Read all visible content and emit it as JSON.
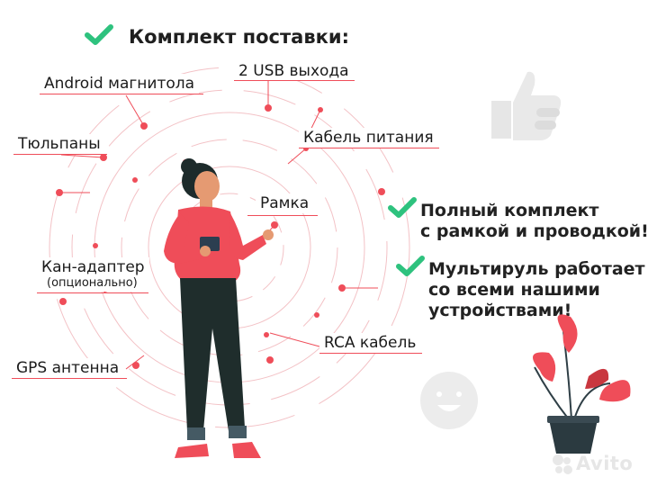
{
  "heading": {
    "title": "Комплект поставки:",
    "check_icon": "check-icon",
    "accent": "#2ec27e"
  },
  "items": [
    {
      "label": "Android магнитола"
    },
    {
      "label": "2 USB выхода"
    },
    {
      "label": "Тюльпаны"
    },
    {
      "label": "Кабель питания"
    },
    {
      "label": "Рамка"
    },
    {
      "label": "Кан-адаптер",
      "note": "(опционально)"
    },
    {
      "label": "RCA кабель"
    },
    {
      "label": "GPS антенна"
    }
  ],
  "benefits": [
    {
      "lines": [
        "Полный комплект",
        "с рамкой и проводкой!"
      ]
    },
    {
      "lines": [
        "Мультируль работает",
        "со всеми нашими",
        "устройствами!"
      ]
    }
  ],
  "colors": {
    "accent_red": "#ef4d59",
    "dark_text": "#1f1f1f",
    "check_green": "#2ec27e"
  },
  "icons": [
    "thumbs-up-icon",
    "smiley-icon",
    "plant-illustration",
    "avito-logo"
  ],
  "watermark": {
    "text": "Avito"
  }
}
